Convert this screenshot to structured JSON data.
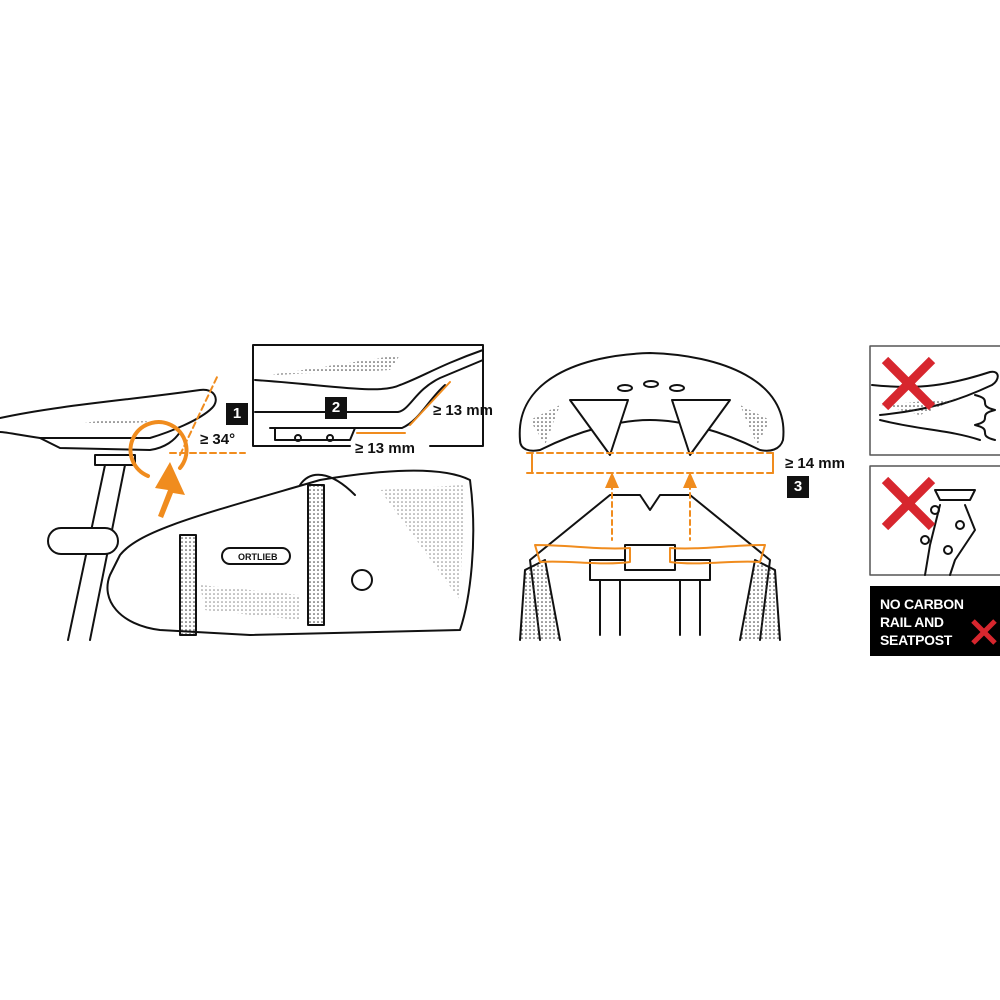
{
  "steps": [
    {
      "number": "1",
      "label": "≥ 34°"
    },
    {
      "number": "2",
      "label_vertical": "≥ 13 mm",
      "label_horizontal": "≥ 13 mm"
    },
    {
      "number": "3",
      "label": "≥ 14 mm"
    }
  ],
  "brand_label": "ORTLIEB",
  "warning": {
    "lines": [
      "NO CARBON",
      "RAIL AND",
      "SEATPOST"
    ]
  },
  "colors": {
    "accent": "#f08c1e",
    "warning_red": "#d7262e",
    "line": "#111111"
  }
}
